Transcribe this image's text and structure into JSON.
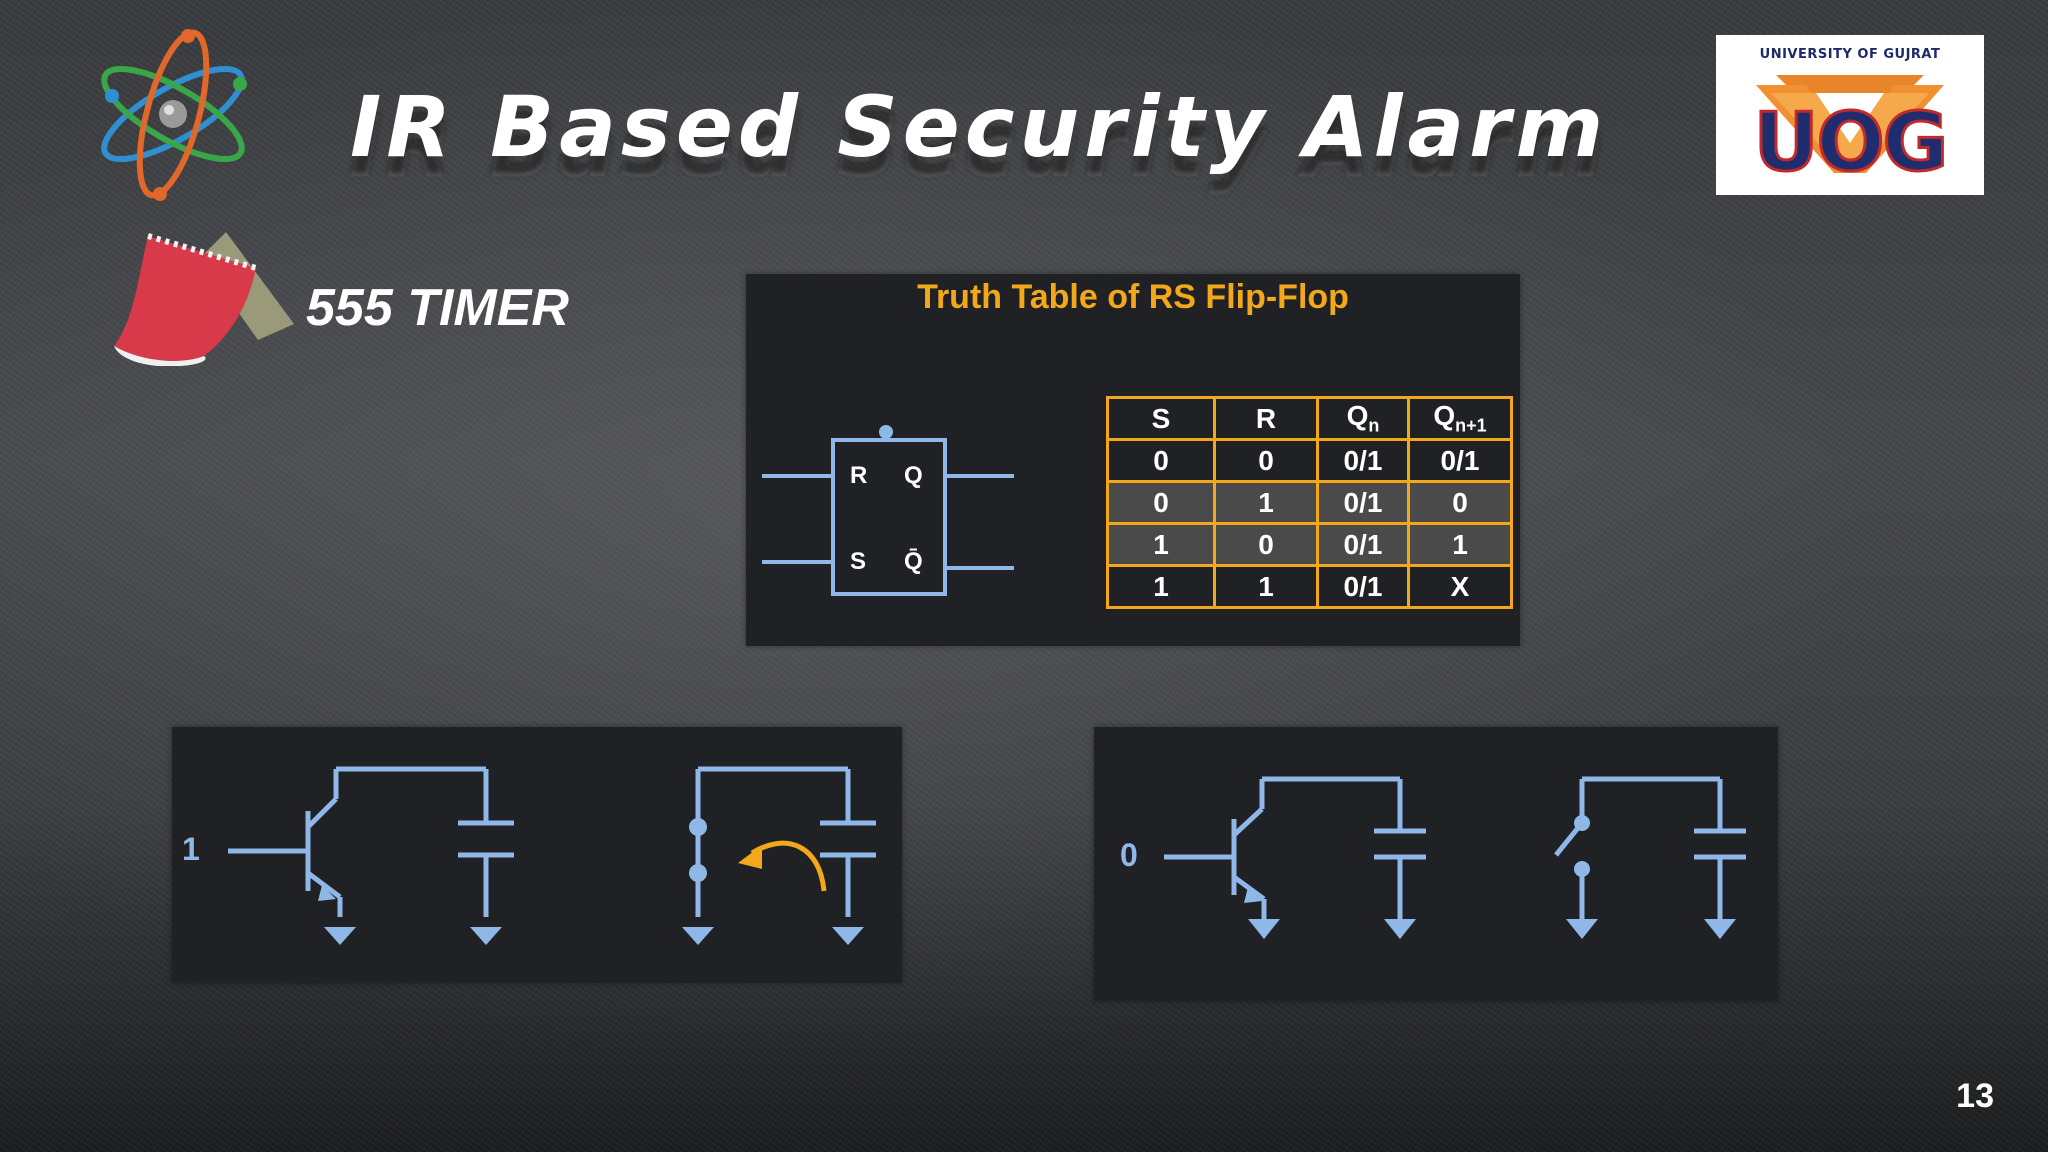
{
  "slide": {
    "title": "IR Based Security Alarm",
    "subtitle": "555 TIMER",
    "page_number": "13"
  },
  "logo": {
    "caption": "UNIVERSITY OF GUJRAT",
    "letters": "UOG"
  },
  "truth_table": {
    "heading": "Truth Table of RS Flip-Flop",
    "headers": [
      "S",
      "R",
      "Q",
      "Q"
    ],
    "header_subscripts": [
      "",
      "",
      "n",
      "n+1"
    ],
    "rows": [
      [
        "0",
        "0",
        "0/1",
        "0/1"
      ],
      [
        "0",
        "1",
        "0/1",
        "0"
      ],
      [
        "1",
        "0",
        "0/1",
        "1"
      ],
      [
        "1",
        "1",
        "0/1",
        "X"
      ]
    ],
    "highlighted_rows": [
      1,
      2
    ],
    "accent_color": "#f2a81a"
  },
  "flip_flop": {
    "pins": [
      "R",
      "Q",
      "S",
      "Q̄"
    ]
  },
  "circuits": {
    "left_input": "1",
    "right_input": "0",
    "line_color": "#8fb8e8",
    "arrow_color": "#f2a81a"
  },
  "icons": [
    "atom-icon",
    "notepad-icon"
  ]
}
